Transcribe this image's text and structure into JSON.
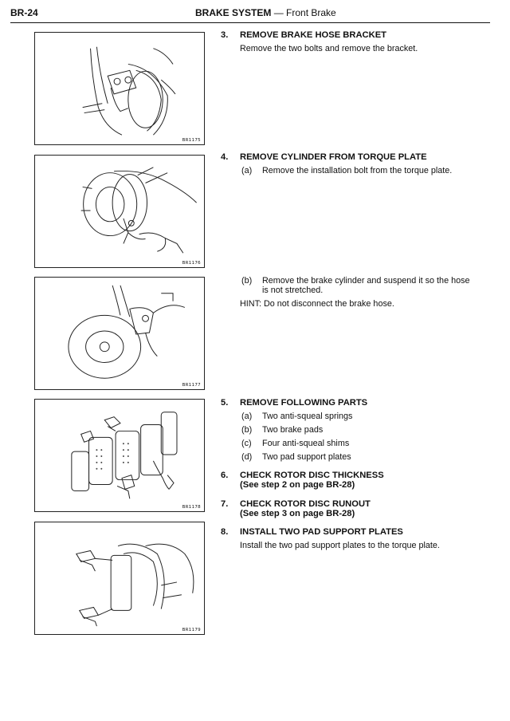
{
  "header": {
    "page_number": "BR-24",
    "section": "BRAKE SYSTEM",
    "separator": "—",
    "subsection": "Front Brake"
  },
  "figures": [
    {
      "id": "BR1175"
    },
    {
      "id": "BR1176"
    },
    {
      "id": "BR1177"
    },
    {
      "id": "BR1178"
    },
    {
      "id": "BR1179"
    }
  ],
  "steps": {
    "s3": {
      "num": "3.",
      "title": "REMOVE BRAKE HOSE BRACKET",
      "text": "Remove the two bolts and remove the bracket."
    },
    "s4": {
      "num": "4.",
      "title": "REMOVE CYLINDER FROM TORQUE PLATE",
      "a_label": "(a)",
      "a_text": "Remove the installation bolt from the torque plate.",
      "b_label": "(b)",
      "b_text_1": "Remove the brake cylinder and suspend it so the hose",
      "b_text_2": "is not stretched.",
      "hint": "HINT:   Do not disconnect the brake hose."
    },
    "s5": {
      "num": "5.",
      "title": "REMOVE FOLLOWING PARTS",
      "items": [
        {
          "label": "(a)",
          "text": "Two anti-squeal springs"
        },
        {
          "label": "(b)",
          "text": "Two brake pads"
        },
        {
          "label": "(c)",
          "text": "Four anti-squeal shims"
        },
        {
          "label": "(d)",
          "text": "Two pad support plates"
        }
      ]
    },
    "s6": {
      "num": "6.",
      "title": "CHECK ROTOR DISC THICKNESS",
      "ref": "(See step 2 on page BR-28)"
    },
    "s7": {
      "num": "7.",
      "title": "CHECK ROTOR DISC RUNOUT",
      "ref": "(See step 3 on page BR-28)"
    },
    "s8": {
      "num": "8.",
      "title": "INSTALL TWO PAD SUPPORT PLATES",
      "text": "Install the two pad support plates to the torque plate."
    }
  }
}
